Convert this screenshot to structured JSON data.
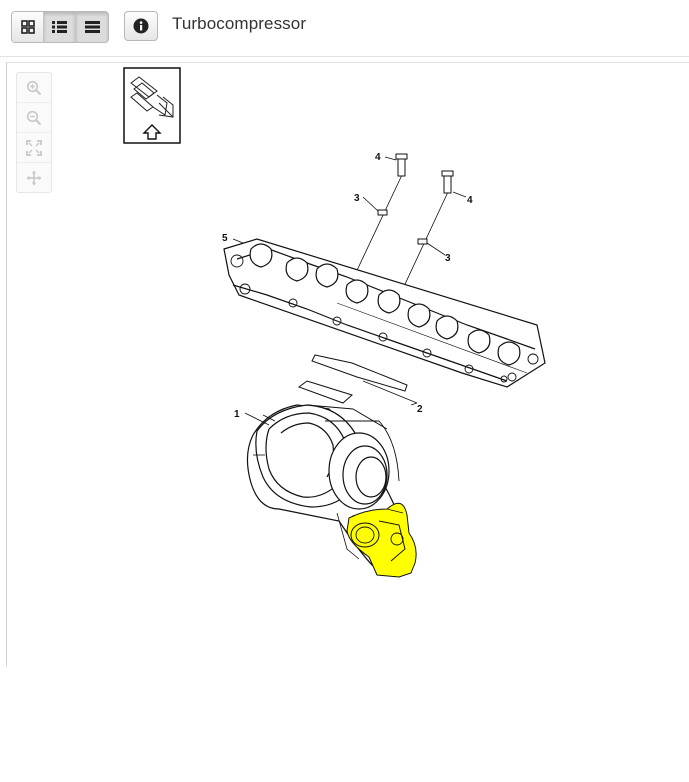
{
  "toolbar": {
    "view_buttons": [
      "grid-view",
      "list-view",
      "detail-view"
    ],
    "active_view": "list-view",
    "info_icon": "info-icon"
  },
  "page": {
    "title": "Turbocompressor"
  },
  "viewer": {
    "zoom_controls": [
      "zoom-in-icon",
      "zoom-out-icon",
      "fit-screen-icon",
      "pan-icon"
    ],
    "orientation_icon": "orientation-indicator-icon",
    "callouts": {
      "c1": "1",
      "c2": "2",
      "c3a": "3",
      "c3b": "3",
      "c4a": "4",
      "c4b": "4",
      "c5": "5"
    },
    "highlight_color": "#ffff00"
  }
}
